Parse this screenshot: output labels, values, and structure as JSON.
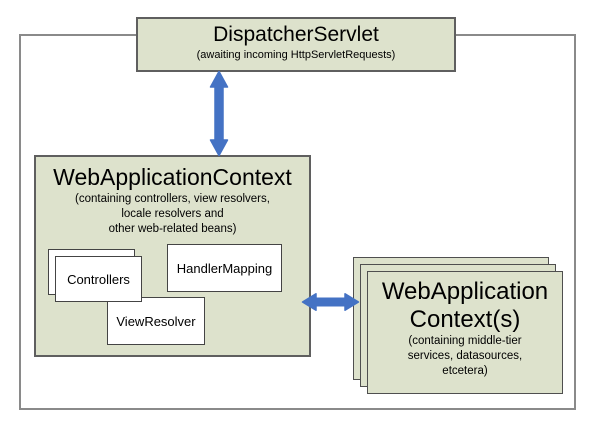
{
  "colors": {
    "box_fill_green": "#dde2cc",
    "box_border_gray": "#5f5f5f",
    "outer_border_gray": "#8a8a8a",
    "inner_box_fill": "#ffffff",
    "arrow_blue": "#4472c4",
    "text_black": "#000000"
  },
  "dispatcher_box": {
    "title": "DispatcherServlet",
    "subtitle": "(awaiting incoming HttpServletRequests)"
  },
  "web_application_context_box": {
    "title": "WebApplicationContext",
    "subtitle_lines": [
      "(containing controllers, view resolvers,",
      "locale resolvers and",
      "other web-related beans)"
    ],
    "beans": {
      "controllers": "Controllers",
      "handler_mapping": "HandlerMapping",
      "view_resolver": "ViewResolver"
    }
  },
  "middle_tier_box": {
    "title_lines": [
      "WebApplication",
      "Context(s)"
    ],
    "subtitle_lines": [
      "(containing middle-tier",
      "services, datasources,",
      "etcetera)"
    ]
  },
  "icons": {
    "vertical_arrow": "double-headed-arrow-vertical",
    "horizontal_arrow": "double-headed-arrow-horizontal"
  }
}
